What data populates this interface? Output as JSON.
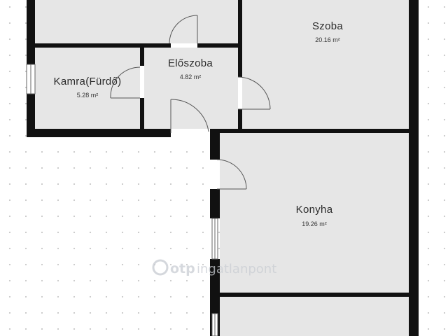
{
  "rooms": [
    {
      "name": "Szoba",
      "area": "20.16 m²"
    },
    {
      "name": "Előszoba",
      "area": "4.82 m²"
    },
    {
      "name": "Kamra(Fürdő)",
      "area": "5.28 m²"
    },
    {
      "name": "Konyha",
      "area": "19.26 m²"
    }
  ],
  "watermark": {
    "brand": "otp",
    "text": "ingatlanpont"
  },
  "colors": {
    "wall": "#111111",
    "room_fill": "#e6e6e6",
    "door_line": "#555555",
    "grid_dot": "#c7c7c7",
    "watermark": "#c9cdd3"
  }
}
